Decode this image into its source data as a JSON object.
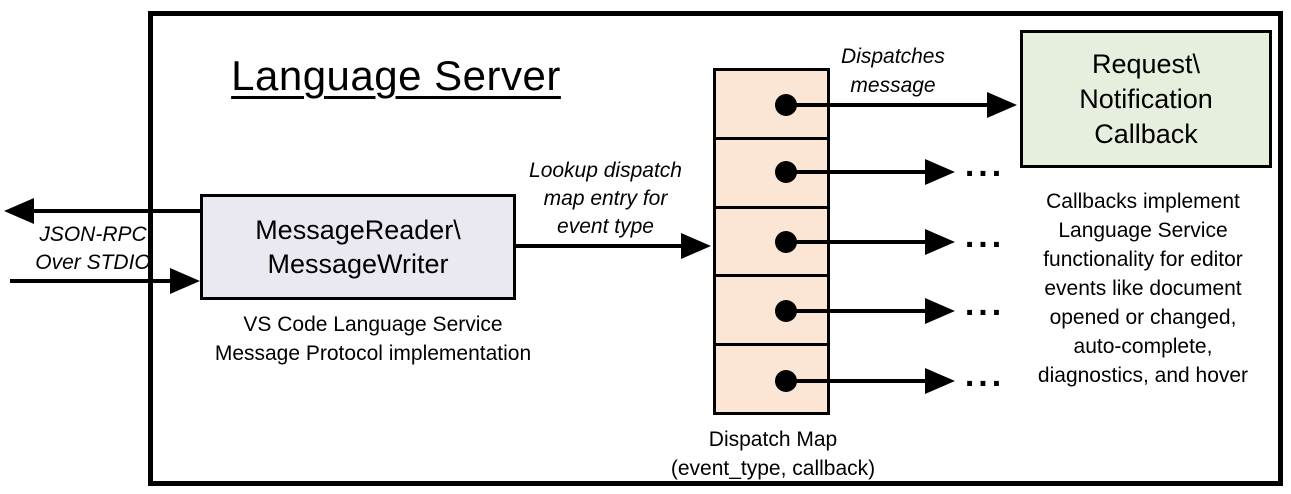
{
  "diagram": {
    "title": "Language Server",
    "stdio_label": {
      "lines": [
        "JSON-RPC",
        "Over STDIO"
      ]
    },
    "message_box": {
      "lines": [
        "MessageReader\\",
        "MessageWriter"
      ],
      "fill": "#eae9f2"
    },
    "message_caption": {
      "lines": [
        "VS Code Language Service",
        "Message Protocol implementation"
      ]
    },
    "lookup_label": {
      "lines": [
        "Lookup dispatch",
        "map entry for",
        "event type"
      ]
    },
    "dispatches_label": {
      "lines": [
        "Dispatches",
        "message"
      ]
    },
    "callback_box": {
      "lines": [
        "Request\\",
        "Notification",
        "Callback"
      ],
      "fill": "#e6eedd"
    },
    "dispatch_map": {
      "cell_count": 5,
      "fill": "#fbe6d6",
      "caption": {
        "lines": [
          "Dispatch Map",
          "(event_type, callback)"
        ]
      }
    },
    "ellipsis": "...",
    "callbacks_note": {
      "lines": [
        "Callbacks implement",
        "Language Service",
        "functionality for editor",
        "events like document",
        "opened or changed,",
        "auto-complete,",
        "diagnostics, and hover"
      ]
    },
    "colors": {
      "line": "#000000",
      "background": "#ffffff"
    }
  }
}
